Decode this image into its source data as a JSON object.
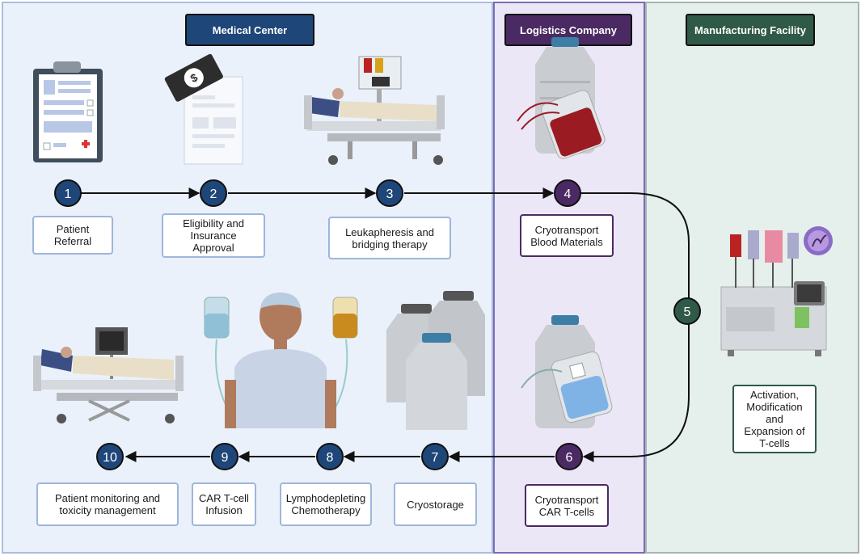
{
  "sections": {
    "medical": "Medical Center",
    "logistics": "Logistics Company",
    "manufacturing": "Manufacturing Facility"
  },
  "steps": [
    {
      "num": "1",
      "label": "Patient\nReferral"
    },
    {
      "num": "2",
      "label": "Eligibility and\nInsurance\nApproval"
    },
    {
      "num": "3",
      "label": "Leukapheresis and\nbridging therapy"
    },
    {
      "num": "4",
      "label": "Cryotransport\nBlood Materials"
    },
    {
      "num": "5",
      "label": "Activation,\nModification\nand\nExpansion of\nT-cells"
    },
    {
      "num": "6",
      "label": "Cryotransport\nCAR T-cells"
    },
    {
      "num": "7",
      "label": "Cryostorage"
    },
    {
      "num": "8",
      "label": "Lymphodepleting\nChemotherapy"
    },
    {
      "num": "9",
      "label": "CAR T-cell\nInfusion"
    },
    {
      "num": "10",
      "label": "Patient monitoring and\ntoxicity management"
    }
  ],
  "colors": {
    "medical": "#1f4679",
    "logistics": "#4b2a63",
    "manufacturing": "#2f5a47"
  }
}
